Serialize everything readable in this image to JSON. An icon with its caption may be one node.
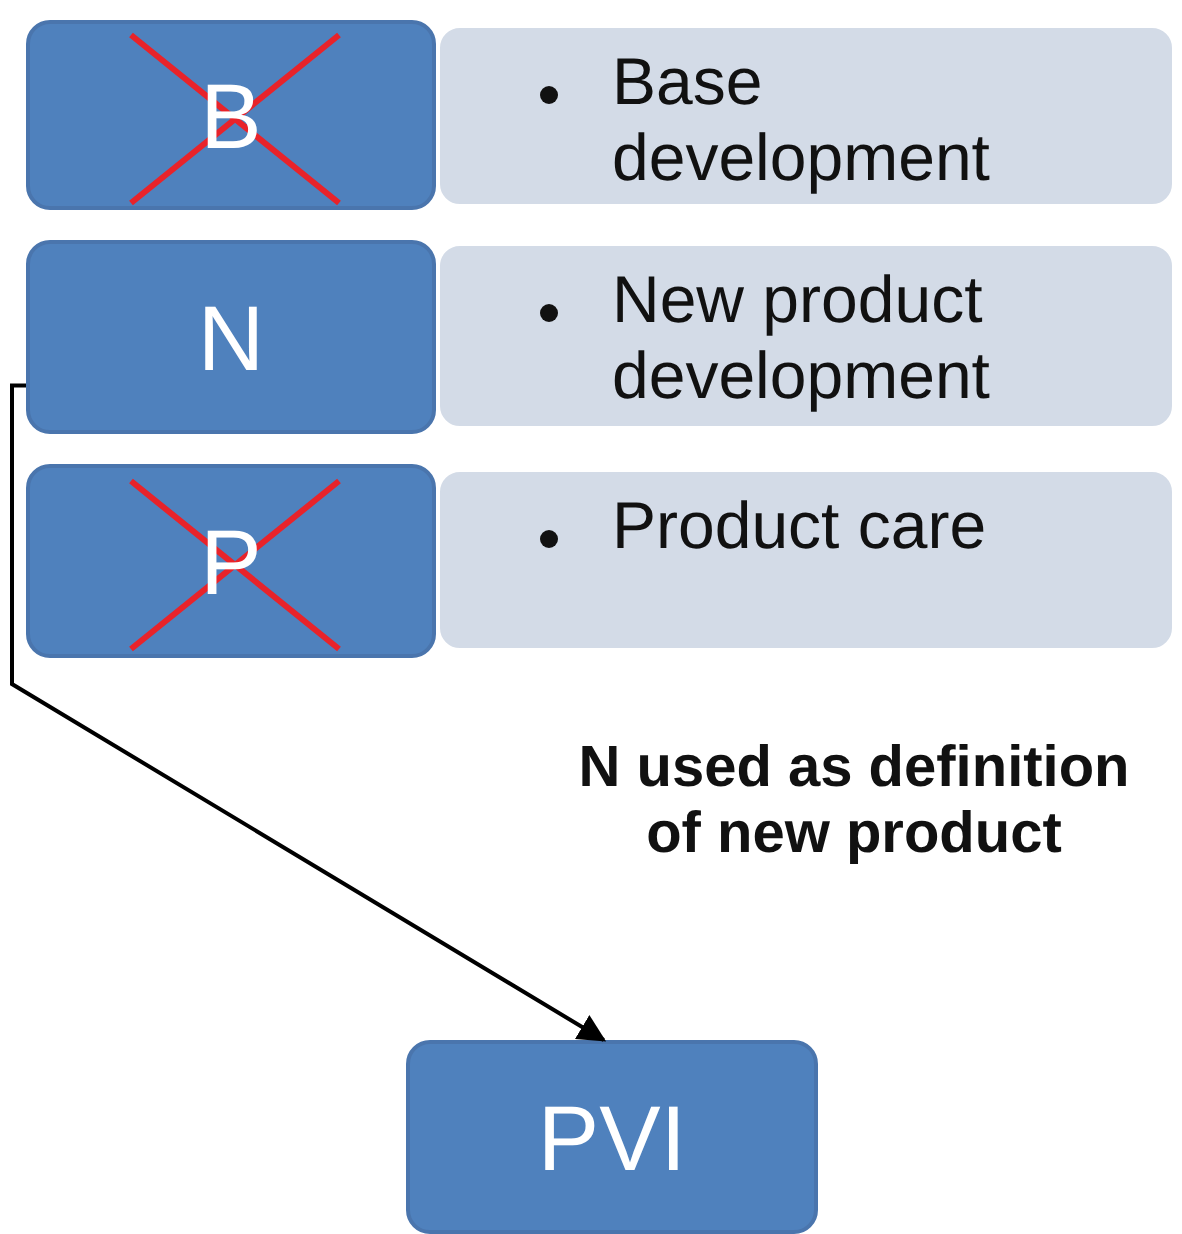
{
  "diagram": {
    "nodes": [
      {
        "text": [
          "B"
        ]
      },
      {
        "text": [
          "Base development"
        ]
      },
      {
        "text": [
          "N"
        ]
      },
      {
        "text": [
          "New product development"
        ]
      },
      {
        "text": [
          "P"
        ]
      },
      {
        "text": [
          "Product care"
        ]
      },
      {
        "text": [
          "PVI"
        ]
      }
    ],
    "edges": [
      {
        "from": 2,
        "to": 6,
        "arrow": "to"
      }
    ],
    "labels": [
      "N used as definition of new product"
    ]
  }
}
